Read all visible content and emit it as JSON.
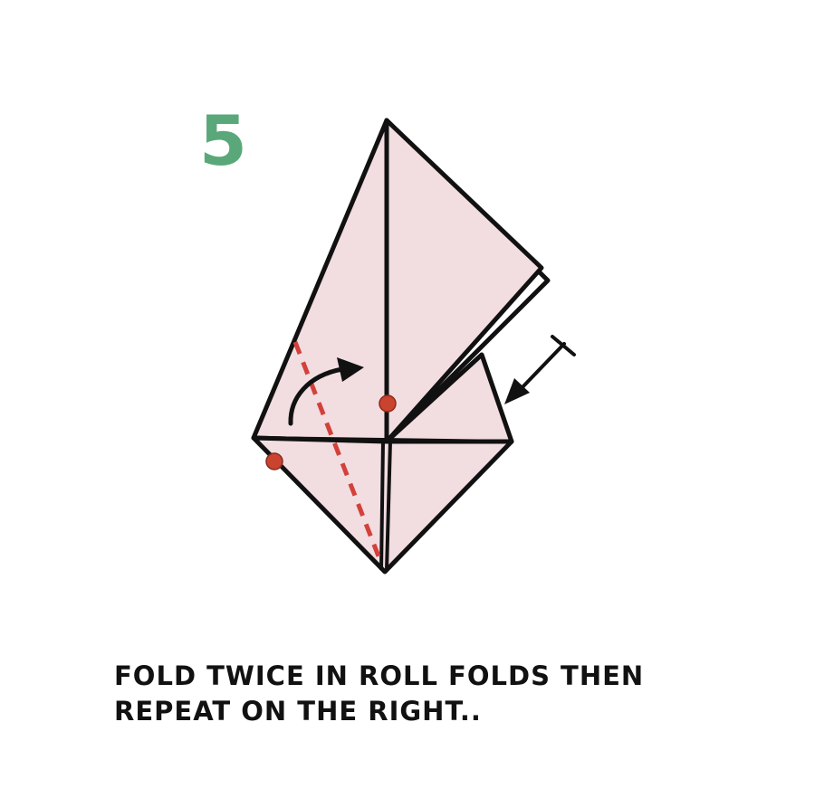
{
  "step": {
    "number": "5",
    "color": "#5aa87a"
  },
  "diagram": {
    "paper_color": "#f2dde1",
    "outline_color": "#111111",
    "fold_line_color": "#d2413a",
    "marker_color": "#c9432f",
    "icons": [
      "curved-fold-arrow-icon",
      "push-arrow-icon",
      "cross-mark-icon"
    ]
  },
  "instruction": {
    "line1": "FOLD TWICE IN ROLL FOLDS THEN",
    "line2": "REPEAT ON THE RIGHT.."
  }
}
